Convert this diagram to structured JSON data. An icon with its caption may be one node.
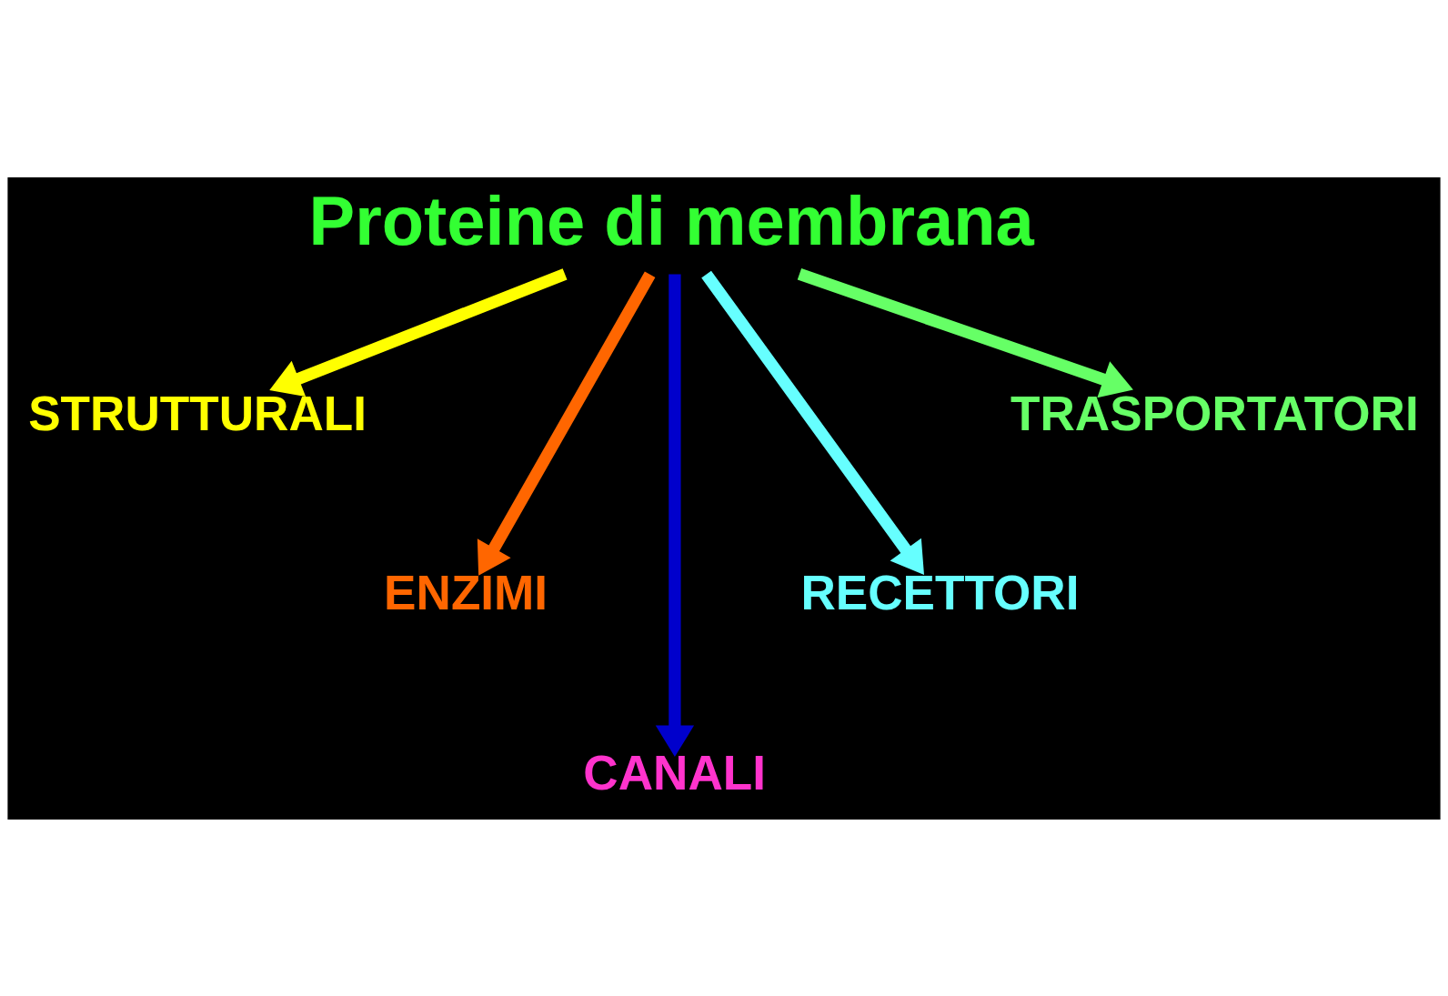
{
  "diagram": {
    "nodes": [
      {
        "text": [
          "Proteine di membrana"
        ]
      },
      {
        "text": [
          "STRUTTURALI"
        ]
      },
      {
        "text": [
          "ENZIMI"
        ]
      },
      {
        "text": [
          "CANALI"
        ]
      },
      {
        "text": [
          "RECETTORI"
        ]
      },
      {
        "text": [
          "TRASPORTATORI"
        ]
      }
    ],
    "edges": [
      {
        "from": 0,
        "to": 1,
        "arrow": "to",
        "color": "#ffff00"
      },
      {
        "from": 0,
        "to": 2,
        "arrow": "to",
        "color": "#ff6600"
      },
      {
        "from": 0,
        "to": 3,
        "arrow": "to",
        "color": "#0000cc"
      },
      {
        "from": 0,
        "to": 4,
        "arrow": "to",
        "color": "#66ffff"
      },
      {
        "from": 0,
        "to": 5,
        "arrow": "to",
        "color": "#66ff66"
      }
    ]
  }
}
